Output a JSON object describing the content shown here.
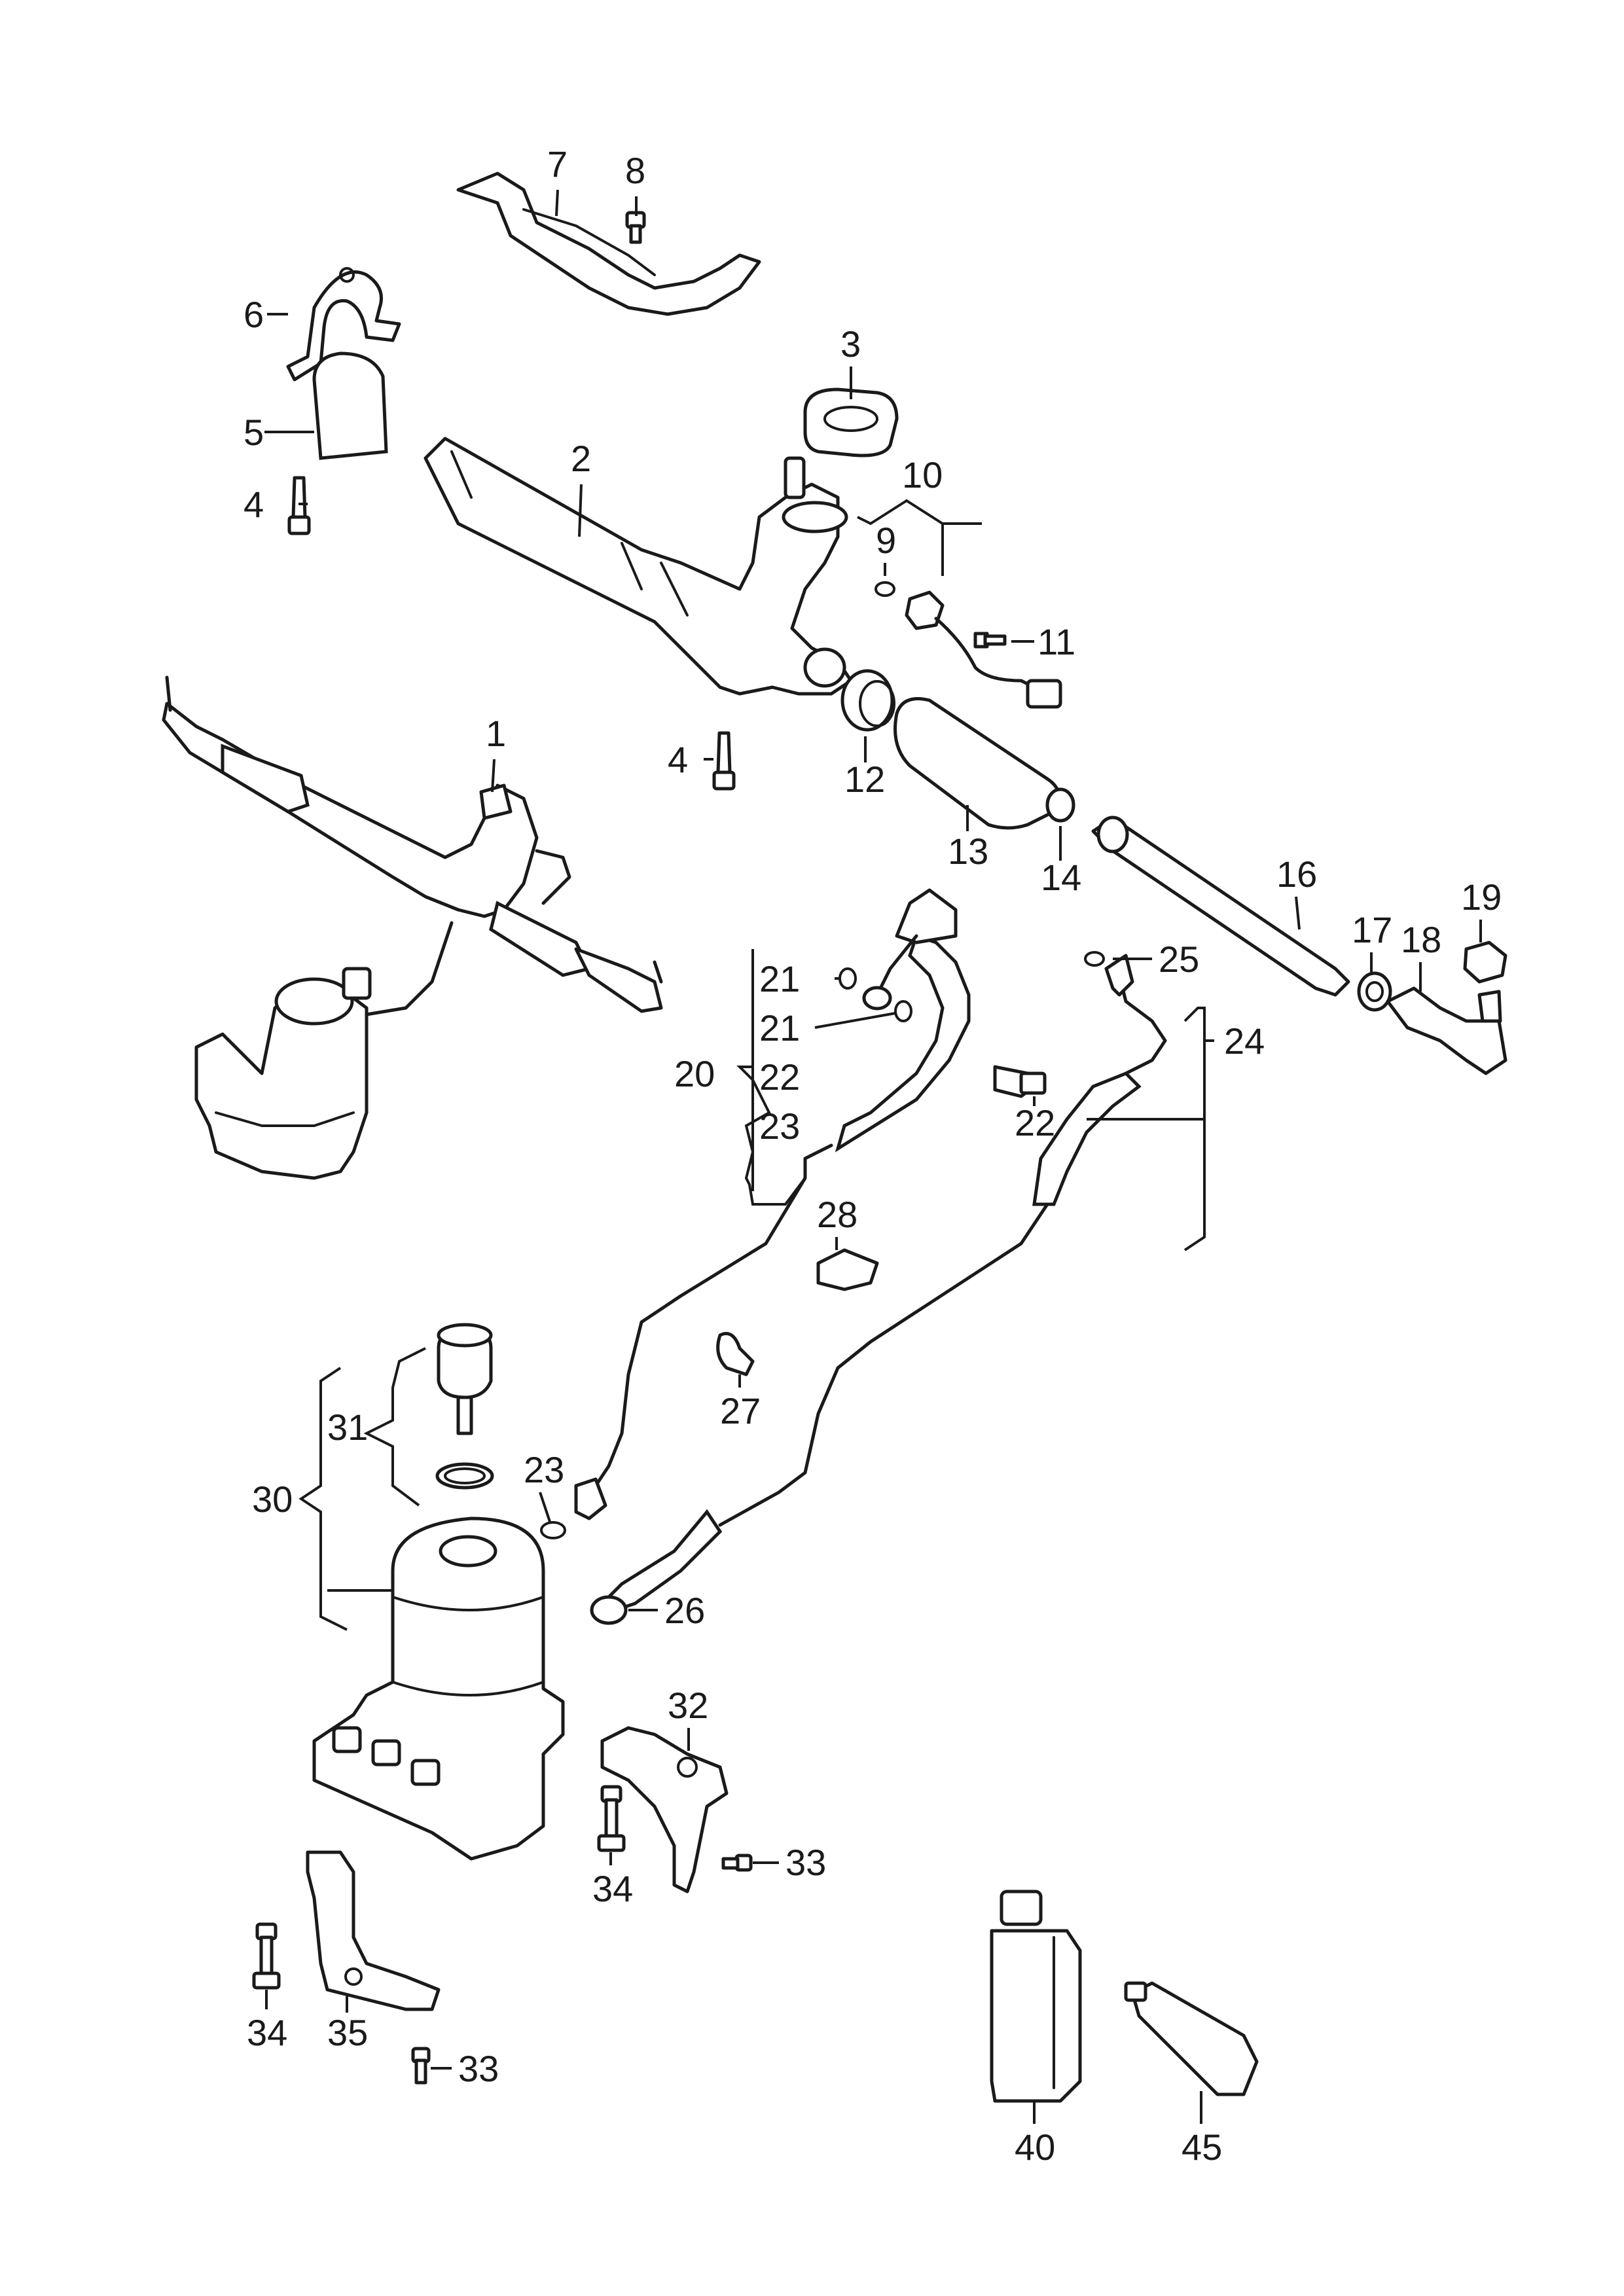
{
  "parts": [
    {
      "id": "p1",
      "label": "1"
    },
    {
      "id": "p2",
      "label": "2"
    },
    {
      "id": "p3",
      "label": "3"
    },
    {
      "id": "p4a",
      "label": "4"
    },
    {
      "id": "p4b",
      "label": "4"
    },
    {
      "id": "p5",
      "label": "5"
    },
    {
      "id": "p6",
      "label": "6"
    },
    {
      "id": "p7",
      "label": "7"
    },
    {
      "id": "p8",
      "label": "8"
    },
    {
      "id": "p9",
      "label": "9"
    },
    {
      "id": "p10",
      "label": "10"
    },
    {
      "id": "p11",
      "label": "11"
    },
    {
      "id": "p12",
      "label": "12"
    },
    {
      "id": "p13",
      "label": "13"
    },
    {
      "id": "p14",
      "label": "14"
    },
    {
      "id": "p16",
      "label": "16"
    },
    {
      "id": "p17",
      "label": "17"
    },
    {
      "id": "p18",
      "label": "18"
    },
    {
      "id": "p19",
      "label": "19"
    },
    {
      "id": "p20",
      "label": "20"
    },
    {
      "id": "p21a",
      "label": "21"
    },
    {
      "id": "p21b",
      "label": "21"
    },
    {
      "id": "p22a",
      "label": "22"
    },
    {
      "id": "p22b",
      "label": "22"
    },
    {
      "id": "p23a",
      "label": "23"
    },
    {
      "id": "p23b",
      "label": "23"
    },
    {
      "id": "p24",
      "label": "24"
    },
    {
      "id": "p25",
      "label": "25"
    },
    {
      "id": "p26",
      "label": "26"
    },
    {
      "id": "p27",
      "label": "27"
    },
    {
      "id": "p28",
      "label": "28"
    },
    {
      "id": "p30",
      "label": "30"
    },
    {
      "id": "p31",
      "label": "31"
    },
    {
      "id": "p32",
      "label": "32"
    },
    {
      "id": "p33a",
      "label": "33"
    },
    {
      "id": "p33b",
      "label": "33"
    },
    {
      "id": "p34a",
      "label": "34"
    },
    {
      "id": "p34b",
      "label": "34"
    },
    {
      "id": "p35",
      "label": "35"
    },
    {
      "id": "p40",
      "label": "40"
    },
    {
      "id": "p45",
      "label": "45"
    }
  ]
}
